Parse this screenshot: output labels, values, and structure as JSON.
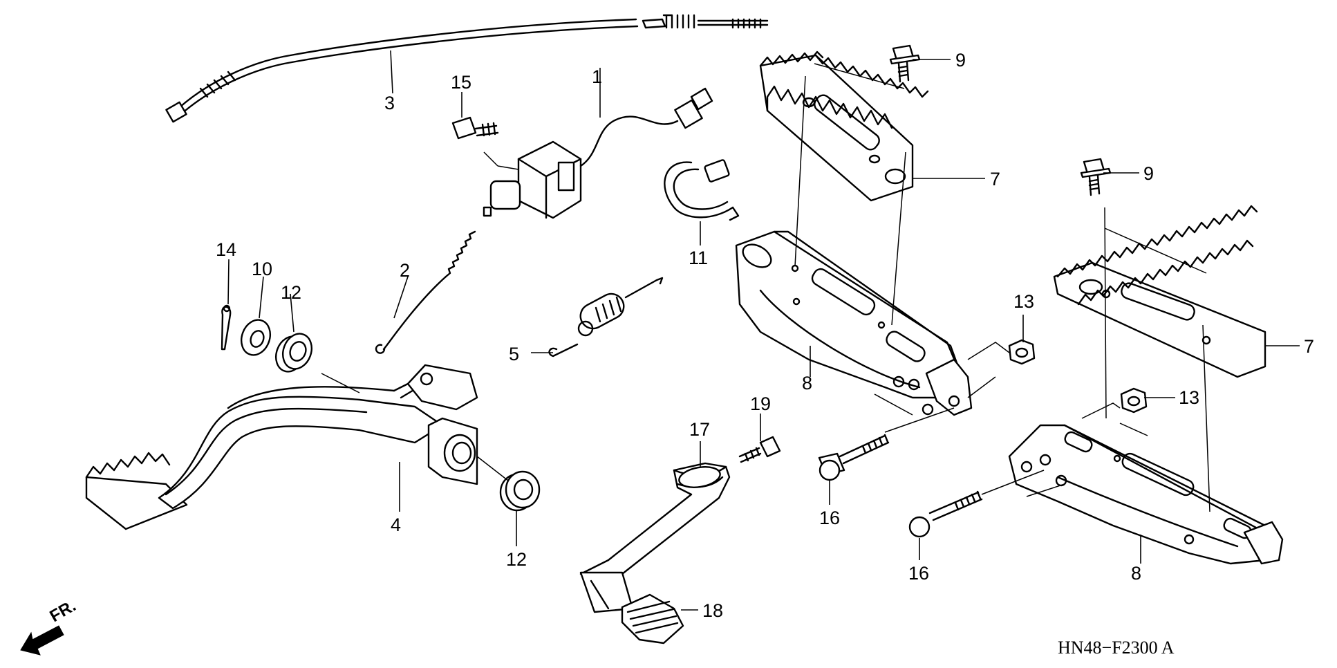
{
  "diagram": {
    "callouts": {
      "c1": "1",
      "c2": "2",
      "c3": "3",
      "c4": "4",
      "c5": "5",
      "c7a": "7",
      "c7b": "7",
      "c8a": "8",
      "c8b": "8",
      "c9a": "9",
      "c9b": "9",
      "c10": "10",
      "c11": "11",
      "c12a": "12",
      "c12b": "12",
      "c13a": "13",
      "c13b": "13",
      "c14": "14",
      "c15": "15",
      "c16a": "16",
      "c16b": "16",
      "c17": "17",
      "c18": "18",
      "c19": "19"
    },
    "drawing_code": "HN48−F2300 A",
    "direction_label": "FR."
  }
}
